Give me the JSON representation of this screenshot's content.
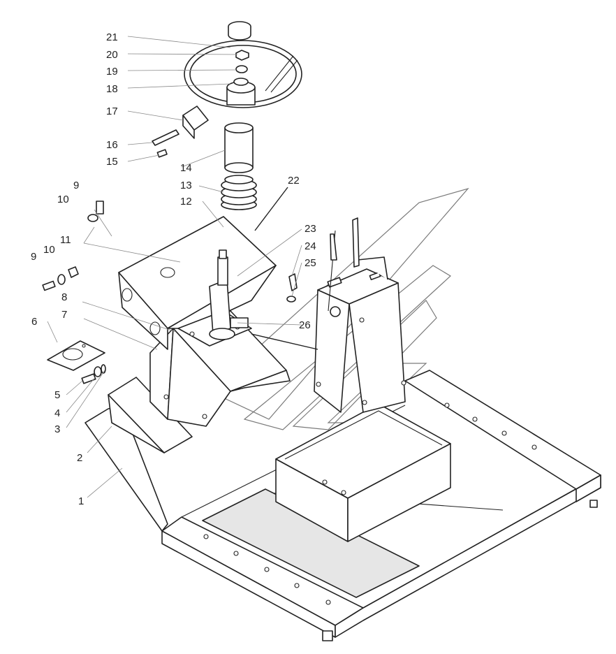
{
  "callouts": [
    "1",
    "2",
    "3",
    "4",
    "5",
    "6",
    "7",
    "8",
    "9",
    "10",
    "11",
    "9",
    "10",
    "11",
    "12",
    "13",
    "14",
    "15",
    "16",
    "17",
    "18",
    "19",
    "20",
    "21",
    "22",
    "23",
    "24",
    "25",
    "26"
  ],
  "colors": {
    "line": "#222222",
    "leader": "#888888",
    "watermark": "#7a7a7a"
  }
}
